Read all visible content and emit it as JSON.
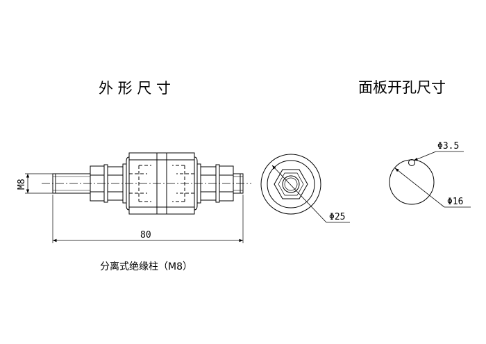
{
  "titles": {
    "external_dimensions": "外 形 尺 寸",
    "panel_cutout": "面板开孔尺寸"
  },
  "dimensions": {
    "thread_label": "M8",
    "length": "80",
    "body_diameter": "Φ25",
    "hole_small": "Φ3.5",
    "hole_large": "Φ16"
  },
  "caption": "分离式绝缘柱（M8）"
}
